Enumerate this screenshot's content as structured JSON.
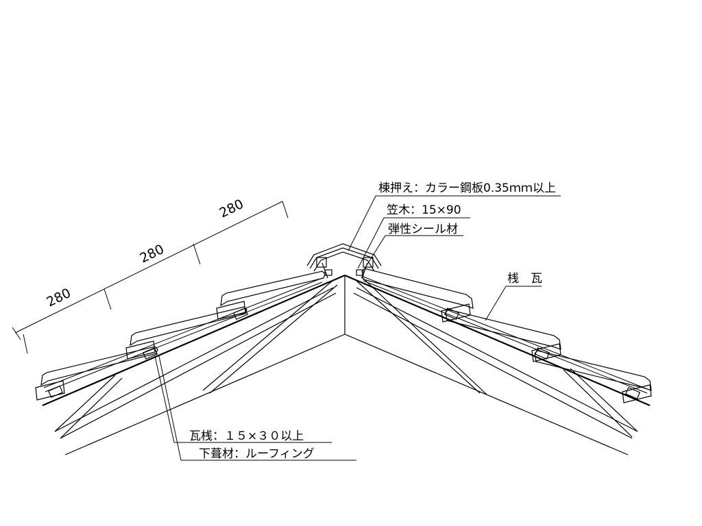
{
  "dimensions": {
    "d1": "280",
    "d2": "280",
    "d3": "280"
  },
  "labels": {
    "ridge_cover": "棟押え：カラー鋼板0.35ｍｍ以上",
    "kasagi": "笠木：15×90",
    "sealant": "弾性シール材",
    "tile": "桟　瓦",
    "batten": "瓦桟：１５×３０以上",
    "underlay": "下葺材：ルーフィング"
  }
}
